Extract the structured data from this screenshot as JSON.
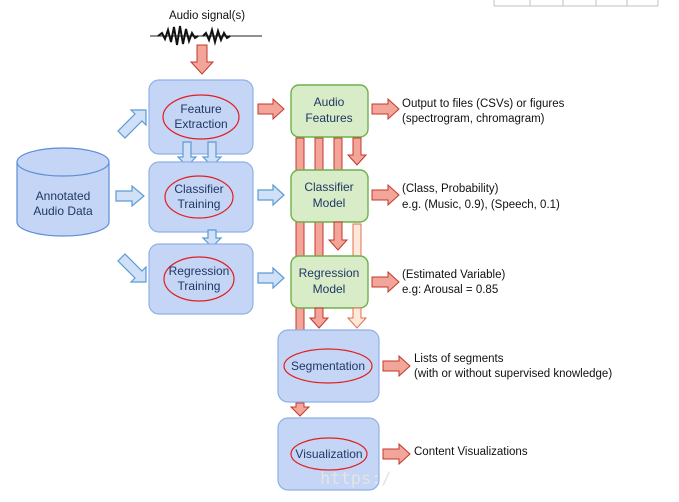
{
  "audio_signal_label": "Audio signal(s)",
  "annotated_data": {
    "line1": "Annotated",
    "line2": "Audio Data"
  },
  "blue_boxes": {
    "feature_extraction": {
      "line1": "Feature",
      "line2": "Extraction"
    },
    "classifier_training": {
      "line1": "Classifier",
      "line2": "Training"
    },
    "regression_training": {
      "line1": "Regression",
      "line2": "Training"
    },
    "segmentation": "Segmentation",
    "visualization": "Visualization"
  },
  "green_boxes": {
    "audio_features": {
      "line1": "Audio",
      "line2": "Features"
    },
    "classifier_model": {
      "line1": "Classifier",
      "line2": "Model"
    },
    "regression_model": {
      "line1": "Regression",
      "line2": "Model"
    }
  },
  "outputs": {
    "audio_features": {
      "line1": "Output to files (CSVs) or figures",
      "line2": "(spectrogram, chromagram)"
    },
    "classifier_model": {
      "line1": "(Class, Probability)",
      "line2": "e.g. (Music, 0.9), (Speech, 0.1)"
    },
    "regression_model": {
      "line1": "(Estimated Variable)",
      "line2": "e.g: Arousal = 0.85"
    },
    "segmentation": {
      "line1": "Lists of segments",
      "line2": "(with or without supervised knowledge)"
    },
    "visualization": {
      "line1": "Content Visualizations"
    }
  },
  "watermark": "https:/",
  "colors": {
    "blue_box": "#c5d5f5",
    "green_box": "#d9ecc8",
    "red_arrow": "#f2a598",
    "blue_arrow": "#cfe0f7",
    "text": "#1f3864"
  }
}
